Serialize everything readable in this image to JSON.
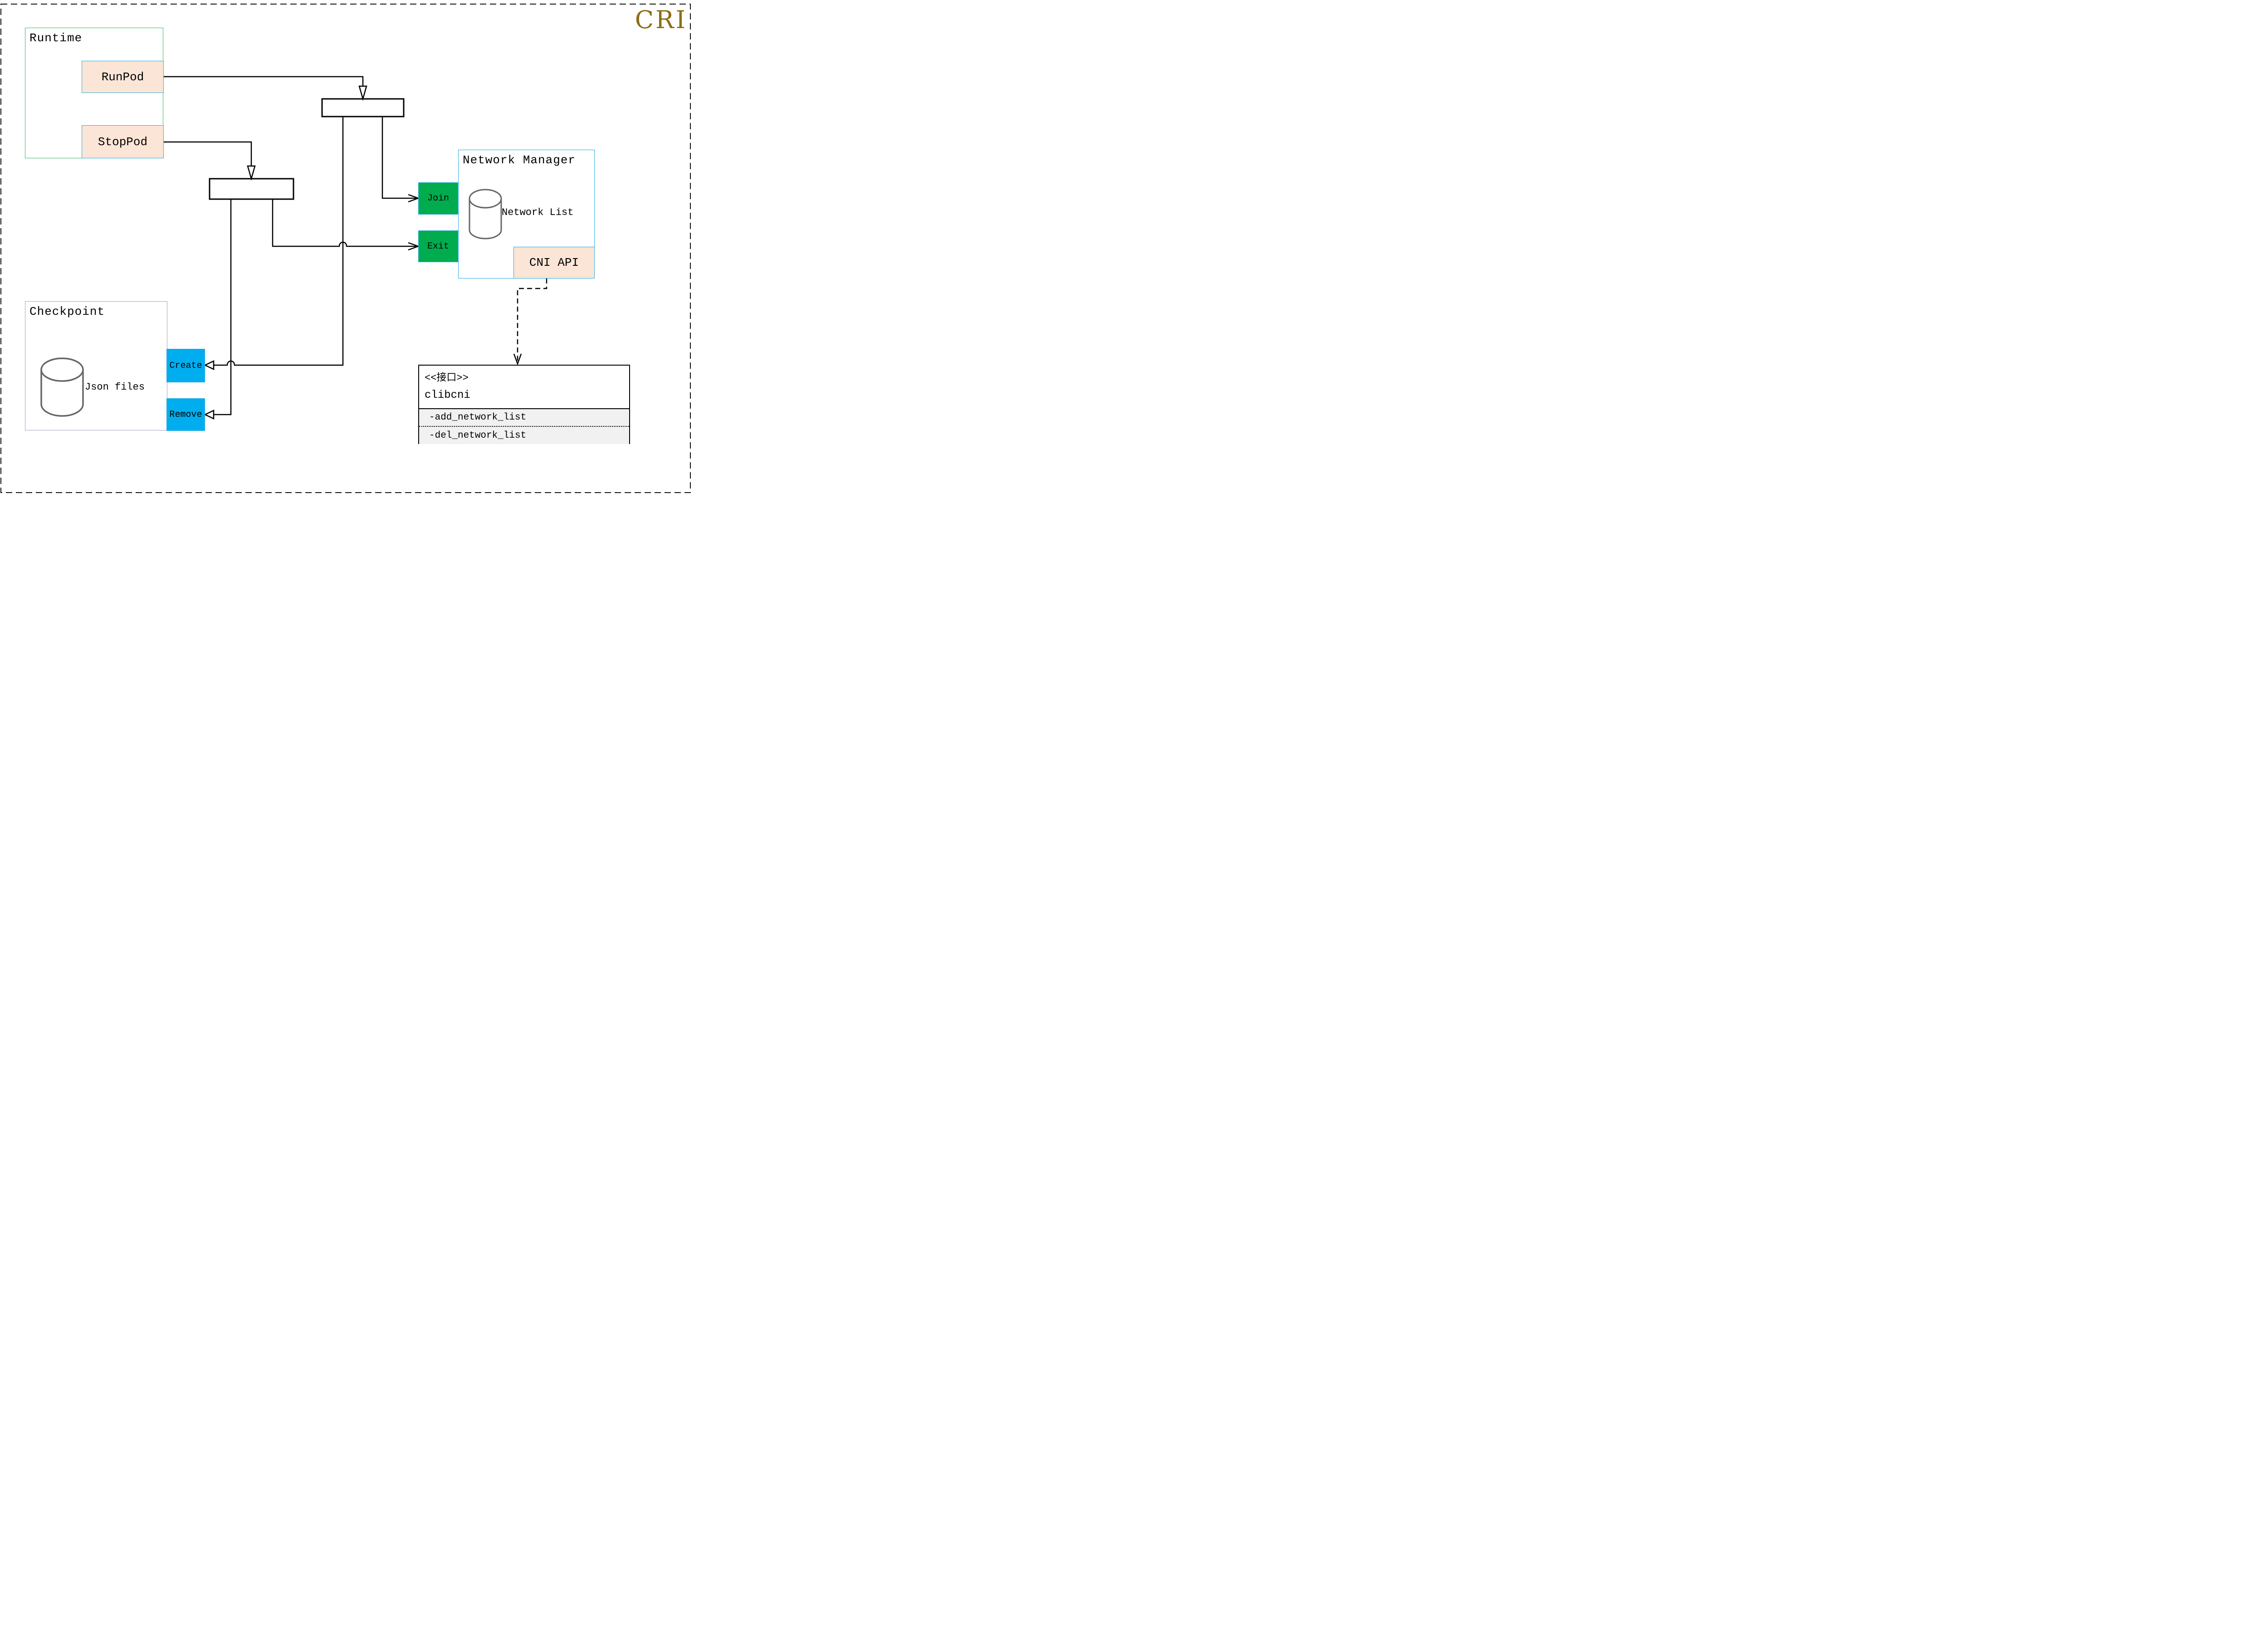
{
  "logo": {
    "text": "CRI",
    "color": "#8C6D15"
  },
  "runtime": {
    "title": "Runtime",
    "runpod_label": "RunPod",
    "stoppod_label": "StopPod"
  },
  "checkpoint": {
    "title": "Checkpoint",
    "database_label": "Json files",
    "create_label": "Create",
    "remove_label": "Remove"
  },
  "network_manager": {
    "title": "Network Manager",
    "database_label": "Network List",
    "join_label": "Join",
    "exit_label": "Exit",
    "cni_api_label": "CNI API"
  },
  "interface_class": {
    "stereotype": "<<接口>>",
    "name": "clibcni",
    "methods": [
      "-add_network_list",
      "-del_network_list"
    ]
  },
  "colors": {
    "node_border_blue": "#29ABE2",
    "green_fill": "#00AC4E",
    "cyan_fill": "#00AEEF",
    "peach_fill": "#FBE5D6",
    "runtime_border_green": "#3CB864",
    "checkpoint_border_purple": "#A89CC8",
    "logo_gold": "#8C6D15",
    "cylinder_gray": "#666666",
    "connector_black": "#000000"
  }
}
